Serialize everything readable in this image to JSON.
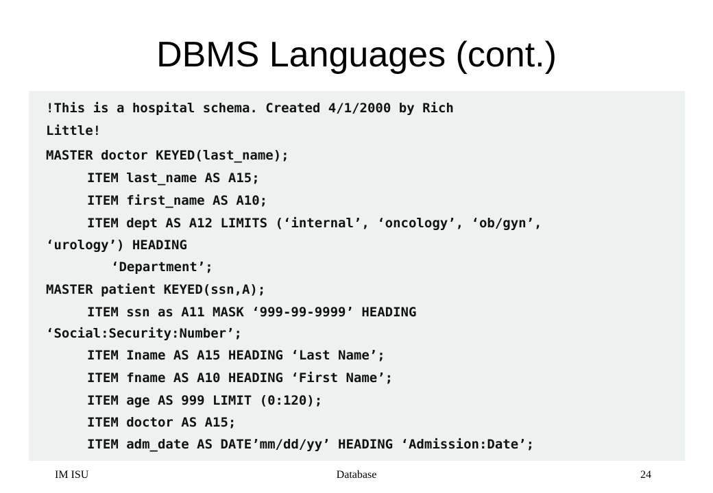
{
  "slide": {
    "title": "DBMS Languages (cont.)",
    "code_lines": [
      "!This is a hospital schema. Created 4/1/2000 by Rich",
      "Little!",
      "MASTER doctor KEYED(last_name);",
      "ITEM last_name AS A15;",
      "ITEM first_name AS A10;",
      "ITEM dept AS A12 LIMITS (‘internal’, ‘oncology’, ‘ob/gyn’,",
      "‘urology’) HEADING",
      "‘Department’;",
      "MASTER patient KEYED(ssn,A);",
      "ITEM ssn as A11 MASK ‘999-99-9999’ HEADING",
      "‘Social:Security:Number’;",
      "ITEM Iname AS A15 HEADING ‘Last Name’;",
      "ITEM fname AS A10 HEADING ‘First Name’;",
      "ITEM age AS 999 LIMIT (0:120);",
      "ITEM doctor AS A15;",
      "ITEM adm_date AS DATE’mm/dd/yy’ HEADING ‘Admission:Date’;"
    ]
  },
  "footer": {
    "left": "IM ISU",
    "center": "Database",
    "page_number": "24"
  }
}
